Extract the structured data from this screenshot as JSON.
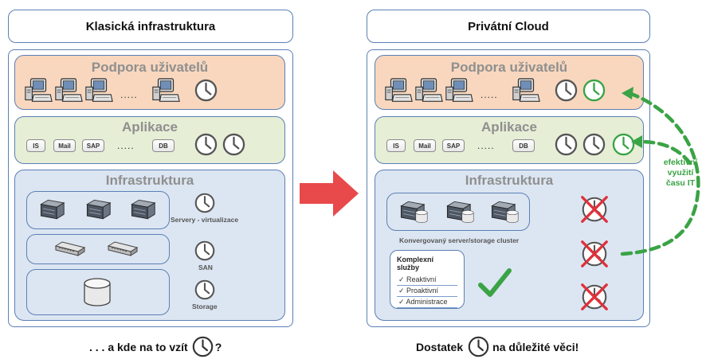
{
  "left": {
    "title": "Klasická infrastruktura",
    "users": {
      "title": "Podpora uživatelů",
      "dots": "....."
    },
    "apps": {
      "title": "Aplikace",
      "items": [
        "IS",
        "Mail",
        "SAP",
        "DB"
      ],
      "dots": "....."
    },
    "infra": {
      "title": "Infrastruktura",
      "labels": [
        "Servery - virtualizace",
        "SAN",
        "Storage"
      ]
    },
    "caption_pre": ". . . a kde na to vzít",
    "caption_post": "?"
  },
  "right": {
    "title": "Privátní Cloud",
    "users": {
      "title": "Podpora uživatelů",
      "dots": "....."
    },
    "apps": {
      "title": "Aplikace",
      "items": [
        "IS",
        "Mail",
        "SAP",
        "DB"
      ],
      "dots": "....."
    },
    "infra": {
      "title": "Infrastruktura",
      "cluster_label": "Konvergovaný server/storage cluster",
      "services_title": "Komplexní služby",
      "services": [
        "✓ Reaktivní",
        "✓ Proaktivní",
        "✓ Administrace"
      ]
    },
    "side_note": [
      "efektivní",
      "využití",
      "času IT"
    ],
    "caption_pre": "Dostatek",
    "caption_post": "na důležité věci!"
  },
  "colors": {
    "border": "#5b7fb5",
    "users_bg": "#f8d7be",
    "apps_bg": "#e6eed6",
    "infra_bg": "#dce6f2",
    "green": "#3aa345",
    "red_arrow": "#e8494b",
    "cross": "#e0303a"
  },
  "icons": [
    "computer-icon",
    "clock-icon",
    "server-icon",
    "switch-icon",
    "database-icon",
    "checkmark-icon",
    "cross-icon",
    "arrow-right-icon"
  ]
}
